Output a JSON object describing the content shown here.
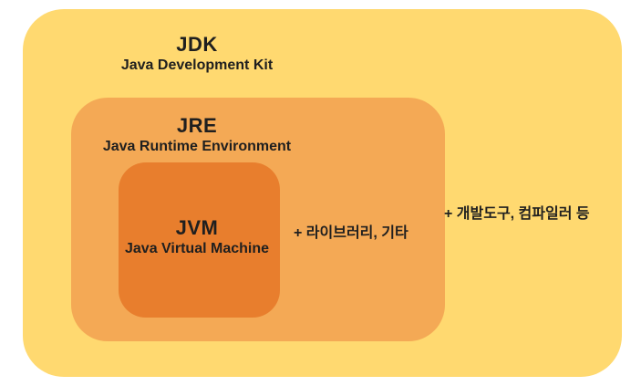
{
  "page": {
    "background": "#FFFFFF",
    "text_color": "#1F1F1F"
  },
  "boxes": {
    "jdk": {
      "acronym": "JDK",
      "subtitle": "Java Development Kit",
      "color": "#FFD970"
    },
    "jre": {
      "acronym": "JRE",
      "subtitle": "Java Runtime Environment",
      "color": "#F4A955"
    },
    "jvm": {
      "acronym": "JVM",
      "subtitle": "Java Virtual Machine",
      "color": "#E87E2D"
    }
  },
  "annotations": {
    "jre_extra": {
      "text": "+ 라이브러리, 기타"
    },
    "jdk_extra": {
      "text": "+ 개발도구, 컴파일러 등"
    }
  }
}
